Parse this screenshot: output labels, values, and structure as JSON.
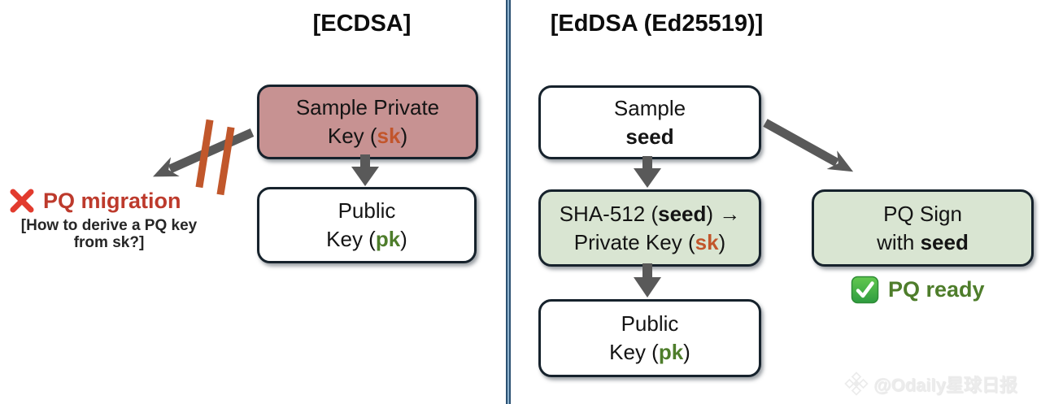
{
  "left": {
    "title": "[ECDSA]",
    "private_key_box": {
      "line1": "Sample Private",
      "line2_pre": "Key (",
      "line2_key": "sk",
      "line2_post": ")"
    },
    "public_key_box": {
      "line1": "Public",
      "line2_pre": "Key (",
      "line2_key": "pk",
      "line2_post": ")"
    },
    "migration": {
      "label": "PQ migration",
      "note_line1": "[How to derive a PQ key",
      "note_line2": "from sk?]"
    }
  },
  "right": {
    "title": "[EdDSA (Ed25519)]",
    "seed_box": {
      "line1": "Sample",
      "line2": "seed"
    },
    "sha_box": {
      "line1_pre": "SHA-512 (",
      "line1_key": "seed",
      "line1_post": ")",
      "line1_arrow": " →",
      "line2_pre": "Private Key (",
      "line2_key": "sk",
      "line2_post": ")"
    },
    "public_key_box": {
      "line1": "Public",
      "line2_pre": "Key (",
      "line2_key": "pk",
      "line2_post": ")"
    },
    "pq_sign_box": {
      "line1": "PQ Sign",
      "line2_pre": "with ",
      "line2_key": "seed"
    },
    "ready": {
      "label": "PQ ready"
    }
  },
  "watermark": {
    "handle": "@Odaily星球日报"
  },
  "icons": {
    "cross-mark-icon": "red cross mark ❌ (drawn as two crossed red bars)",
    "check-mark-icon": "green checkbox ✅ (green rounded square, white check)",
    "down-arrow-icon": "thick gray block arrow pointing down",
    "diagonal-arrow-icon": "thick gray arrow pointing down-right",
    "blocked-arrow-icon": "gray arrow pointing down-left crossed by two rust slashes",
    "watermark-logo-icon": "odaily-diamond-logo"
  },
  "colors": {
    "box_border": "#16222c",
    "pink_fill": "#c79292",
    "green_fill": "#d9e5d2",
    "white_fill": "#ffffff",
    "sk_highlight": "#c2552b",
    "pk_highlight": "#4e7d2b",
    "migration_red": "#bd3a2c",
    "ready_green": "#4e7d2b",
    "arrow_gray": "#595959",
    "slash_rust": "#c1572b",
    "divider_blue": "#2d5273"
  }
}
